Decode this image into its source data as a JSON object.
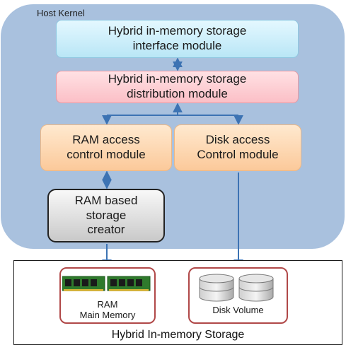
{
  "kernel": {
    "label": "Host Kernel"
  },
  "modules": {
    "interface": [
      "Hybrid in-memory storage",
      "interface module"
    ],
    "distribution": [
      "Hybrid in-memory storage",
      "distribution module"
    ],
    "ram_access": [
      "RAM access",
      "control module"
    ],
    "disk_access": [
      "Disk access",
      "Control module"
    ],
    "ram_creator": [
      "RAM based",
      "storage",
      "creator"
    ]
  },
  "storage": {
    "label": "Hybrid In-memory Storage",
    "main_memory": [
      "RAM",
      "Main Memory"
    ],
    "disk_volume": "Disk Volume"
  },
  "colors": {
    "kernel_bg": "#a9c1de",
    "interface": "#c4eaf8",
    "distribution": "#fbc5cb",
    "access": "#fcd2a8",
    "creator": "#d8d8d8",
    "connector": "#3d73b3",
    "storage_border": "#b04848"
  },
  "icons": {
    "main_memory": "ram-module-icon",
    "disk_volume": "disk-stack-icon"
  }
}
